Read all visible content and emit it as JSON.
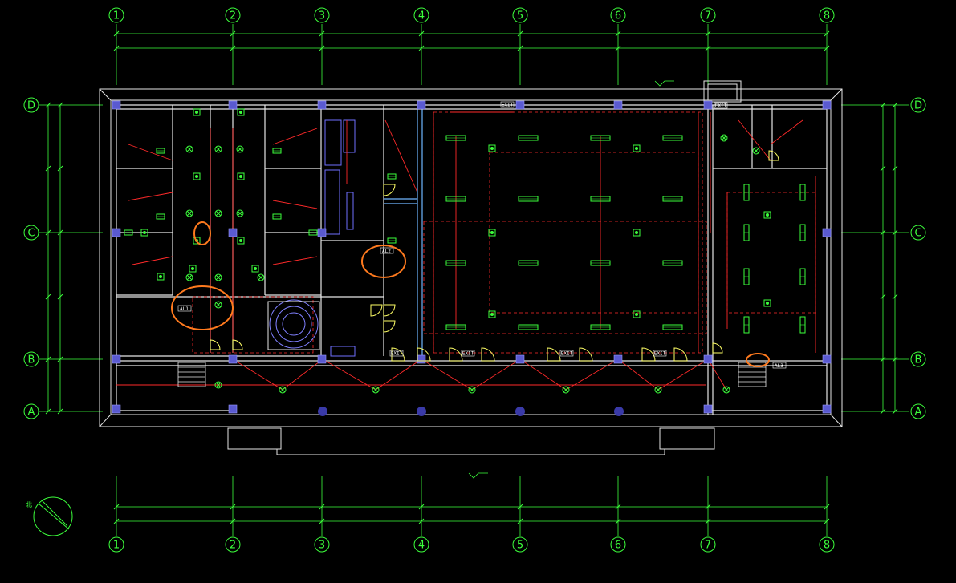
{
  "drawing": {
    "grid_columns": [
      "1",
      "2",
      "3",
      "4",
      "5",
      "6",
      "7",
      "8"
    ],
    "grid_rows": [
      "D",
      "C",
      "B",
      "A"
    ],
    "colors": {
      "background": "#000000",
      "grid_axis": "#3cff3c",
      "walls": "#e6e6e6",
      "cable": "#ff2a2a",
      "fixture": "#3cff3c",
      "column": "#8080ff",
      "marker": "#ff7a1e",
      "blue_pipe": "#6fb6ff",
      "door": "#ffff66"
    },
    "panel_tags": [
      "AL1",
      "AL2",
      "AL3"
    ],
    "exit_tags": [
      "EXIT",
      "EXIT",
      "EXIT",
      "EXIT",
      "EXIT",
      "EXIT"
    ],
    "highlight_markers": 4,
    "north_arrow": "north-arrow-icon"
  }
}
